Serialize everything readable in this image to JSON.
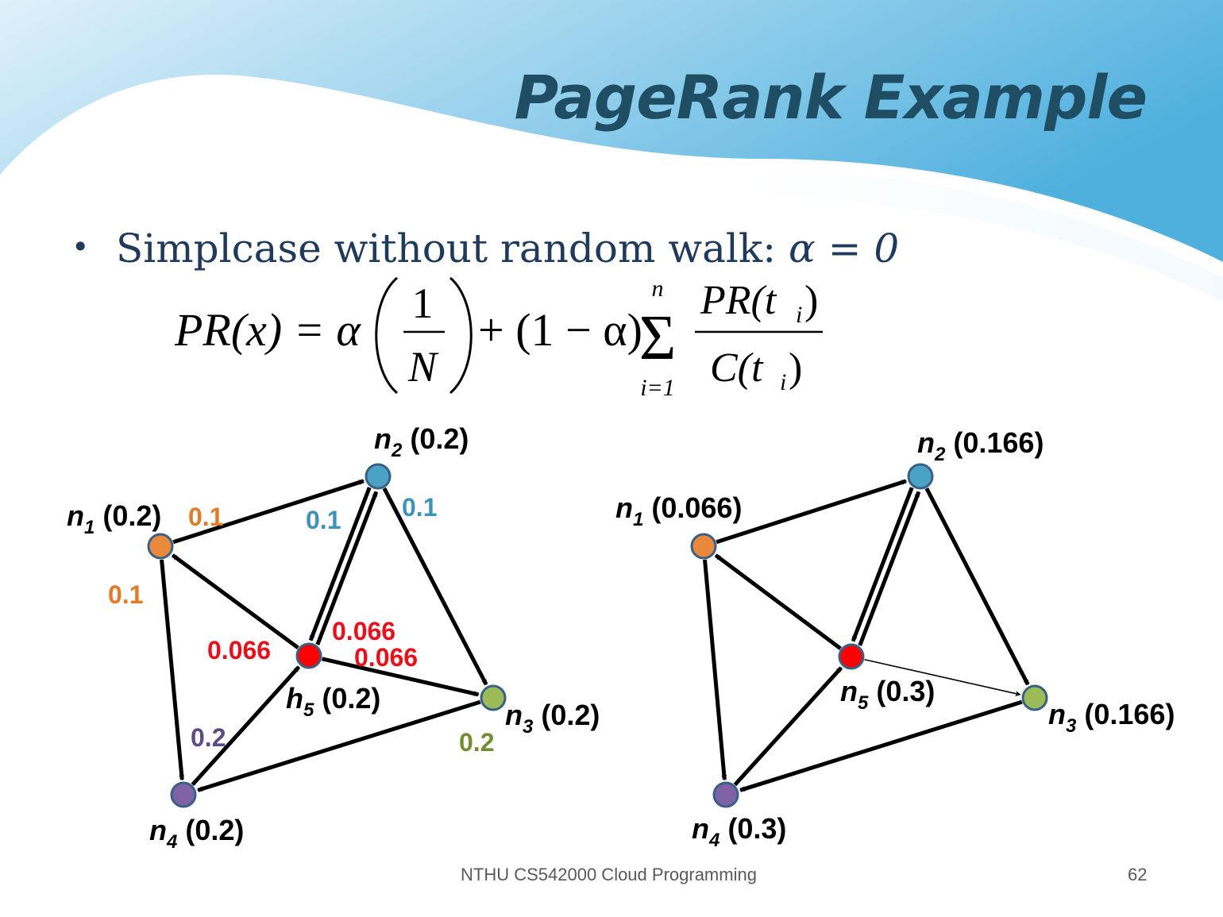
{
  "slide": {
    "title": "PageRank Example",
    "bullet": {
      "text": "Simplcase without random walk: ",
      "math": "α = 0"
    },
    "formula": {
      "lhs": "PR(x) = α",
      "frac1_num": "1",
      "frac1_den": "N",
      "middle": "+ (1 − α)",
      "sum_top": "n",
      "sum_bottom": "i=1",
      "frac2_num": "PR(t",
      "frac2_den": "C(t",
      "sub_i": "i",
      "close_paren": ")"
    },
    "footer": "NTHU CS542000 Cloud Programming",
    "page_number": "62"
  },
  "colors": {
    "title": "#1f4e64",
    "bullet_text": "#1f3a5a",
    "n1": "#e8893b",
    "n2": "#4aa3c4",
    "n3": "#9bbb59",
    "n4": "#7f62a6",
    "n5": "#ff0000",
    "label_orange": "#e07b28",
    "label_blue": "#3f93b8",
    "label_red": "#e8101a",
    "label_purple": "#5e4a84",
    "label_green": "#6f8f32"
  },
  "graphs": {
    "left": {
      "nodes": [
        {
          "id": "n1",
          "letter": "n",
          "sub": "1",
          "value": "(0.2)"
        },
        {
          "id": "n2",
          "letter": "n",
          "sub": "2",
          "value": "(0.2)"
        },
        {
          "id": "n3",
          "letter": "n",
          "sub": "3",
          "value": "(0.2)"
        },
        {
          "id": "n4",
          "letter": "n",
          "sub": "4",
          "value": "(0.2)"
        },
        {
          "id": "n5",
          "letter": "h",
          "sub": "5",
          "value": "(0.2)"
        }
      ],
      "edge_labels": [
        {
          "text": "0.1",
          "color": "label_orange",
          "near": "n1-n2"
        },
        {
          "text": "0.1",
          "color": "label_orange",
          "near": "n1-n4"
        },
        {
          "text": "0.1",
          "color": "label_blue",
          "near": "n2-n5"
        },
        {
          "text": "0.1",
          "color": "label_blue",
          "near": "n2-n3"
        },
        {
          "text": "0.066",
          "color": "label_red",
          "near": "n5-n1"
        },
        {
          "text": "0.066",
          "color": "label_red",
          "near": "n5-n2"
        },
        {
          "text": "0.066",
          "color": "label_red",
          "near": "n5-n3"
        },
        {
          "text": "0.2",
          "color": "label_purple",
          "near": "n4-n5"
        },
        {
          "text": "0.2",
          "color": "label_green",
          "near": "n3-n4"
        }
      ]
    },
    "right": {
      "nodes": [
        {
          "id": "n1",
          "letter": "n",
          "sub": "1",
          "value": "(0.066)"
        },
        {
          "id": "n2",
          "letter": "n",
          "sub": "2",
          "value": "(0.166)"
        },
        {
          "id": "n3",
          "letter": "n",
          "sub": "3",
          "value": "(0.166)"
        },
        {
          "id": "n4",
          "letter": "n",
          "sub": "4",
          "value": "(0.3)"
        },
        {
          "id": "n5",
          "letter": "n",
          "sub": "5",
          "value": "(0.3)"
        }
      ]
    },
    "edges": [
      {
        "from": "n1",
        "to": "n2"
      },
      {
        "from": "n1",
        "to": "n4"
      },
      {
        "from": "n2",
        "to": "n5"
      },
      {
        "from": "n2",
        "to": "n3"
      },
      {
        "from": "n5",
        "to": "n1"
      },
      {
        "from": "n5",
        "to": "n2"
      },
      {
        "from": "n5",
        "to": "n3"
      },
      {
        "from": "n4",
        "to": "n5"
      },
      {
        "from": "n3",
        "to": "n4"
      }
    ]
  }
}
